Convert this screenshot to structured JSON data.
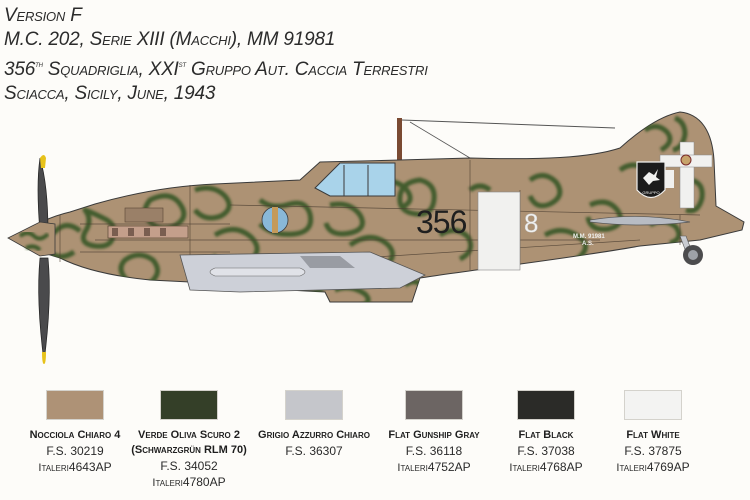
{
  "header": {
    "version": "Version F",
    "line2": "M.C. 202, Serie XIII (Macchi), MM 91981",
    "line3_prefix": "356",
    "line3_sup1": "th",
    "line3_mid": " Squadriglia, XXI",
    "line3_sup2": "st",
    "line3_suffix": " Gruppo Aut. Caccia Terrestri",
    "line4": "Sciacca, Sicily, June, 1943"
  },
  "aircraft": {
    "type": "Macchi M.C. 202 side profile",
    "fuselage_code": "356",
    "tail_marking": "8",
    "serial": "M.M. 91981",
    "serial_sub": "A.S.",
    "tail_emblem": "XXI Gruppo Caccia shield (white leaping deer on black)",
    "colors": {
      "base": "#ad9274",
      "mottle": "#3d5a2c",
      "underwing": "#cdd0d8",
      "white_band": "#f1f1ef",
      "spinner_tip": "#e7c21a",
      "propeller": "#4a4a4c",
      "canopy": "#a9d3ea",
      "antenna_mast": "#7a4a32"
    }
  },
  "legend": {
    "items": [
      {
        "name": "Nocciola Chiaro 4",
        "name2": "",
        "fs": "F.S. 30219",
        "brand": "Italeri",
        "code": "4643AP",
        "color": "#ae9276"
      },
      {
        "name": "Verde Oliva Scuro 2",
        "name2": "(Schwarzgrün RLM 70)",
        "fs": "F.S. 34052",
        "brand": "Italeri",
        "code": "4780AP",
        "color": "#343f28"
      },
      {
        "name": "Grigio Azzurro Chiaro",
        "name2": "",
        "fs": "F.S. 36307",
        "brand": "",
        "code": "",
        "color": "#c5c6cb"
      },
      {
        "name": "Flat Gunship Gray",
        "name2": "",
        "fs": "F.S. 36118",
        "brand": "Italeri",
        "code": "4752AP",
        "color": "#6c6563"
      },
      {
        "name": "Flat Black",
        "name2": "",
        "fs": "F.S. 37038",
        "brand": "Italeri",
        "code": "4768AP",
        "color": "#2b2b28"
      },
      {
        "name": "Flat White",
        "name2": "",
        "fs": "F.S. 37875",
        "brand": "Italeri",
        "code": "4769AP",
        "color": "#f3f3f2"
      }
    ]
  }
}
